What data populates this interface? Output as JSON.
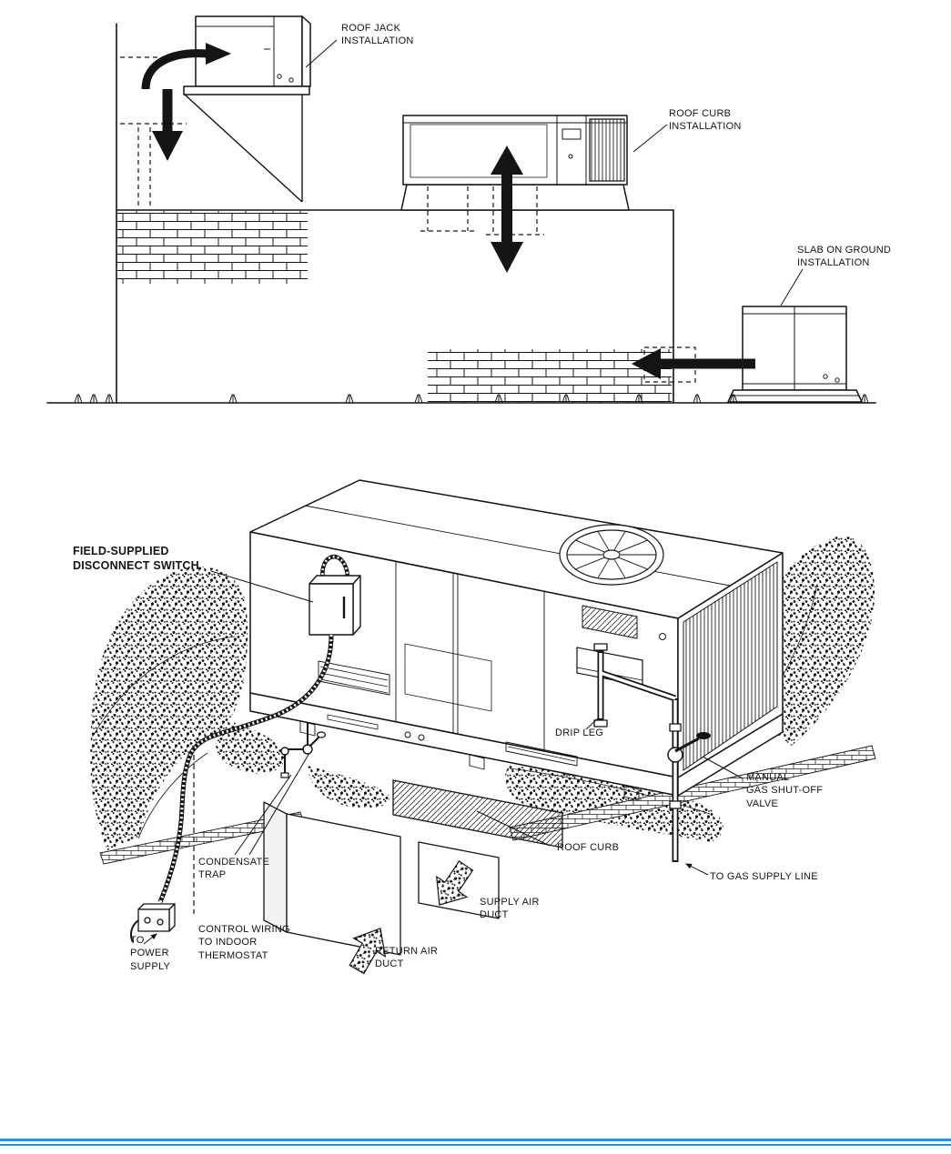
{
  "page": {
    "background": "#ffffff",
    "ink": "#141414",
    "footer_accent": "#2e8fd8"
  },
  "figure1": {
    "name": "typical-installation-types",
    "labels": [
      {
        "id": "roof-jack",
        "text": "ROOF JACK\nINSTALLATION"
      },
      {
        "id": "roof-curb",
        "text": "ROOF CURB\nINSTALLATION"
      },
      {
        "id": "slab-on-ground",
        "text": "SLAB ON GROUND\nINSTALLATION"
      }
    ]
  },
  "figure2": {
    "name": "rooftop-unit-field-connections",
    "labels": [
      {
        "id": "disconnect-switch",
        "text": "FIELD-SUPPLIED\nDISCONNECT SWITCH"
      },
      {
        "id": "drip-leg",
        "text": "DRIP LEG"
      },
      {
        "id": "gas-shutoff-valve",
        "text": "MANUAL\nGAS SHUT-OFF\nVALVE"
      },
      {
        "id": "roof-curb",
        "text": "ROOF CURB"
      },
      {
        "id": "gas-supply-line",
        "text": "TO GAS SUPPLY LINE"
      },
      {
        "id": "condensate-trap",
        "text": "CONDENSATE\nTRAP"
      },
      {
        "id": "supply-air-duct",
        "text": "SUPPLY AIR\nDUCT"
      },
      {
        "id": "return-air-duct",
        "text": "RETURN AIR\nDUCT"
      },
      {
        "id": "control-wiring",
        "text": "CONTROL WIRING\nTO INDOOR\nTHERMOSTAT"
      },
      {
        "id": "power-supply",
        "text": "TO\nPOWER\nSUPPLY"
      }
    ]
  }
}
